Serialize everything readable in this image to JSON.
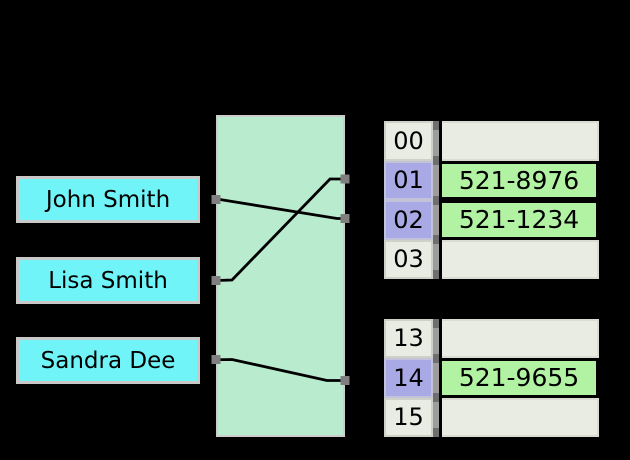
{
  "diagram": {
    "kind": "hash-table-key-to-bucket-mapping",
    "keys": [
      {
        "label": "John Smith"
      },
      {
        "label": "Lisa Smith"
      },
      {
        "label": "Sandra Dee"
      }
    ],
    "buckets": {
      "top_rows": [
        {
          "index": "00",
          "value": ""
        },
        {
          "index": "01",
          "value": "521-8976"
        },
        {
          "index": "02",
          "value": "521-1234"
        },
        {
          "index": "03",
          "value": ""
        }
      ],
      "bottom_rows": [
        {
          "index": "13",
          "value": ""
        },
        {
          "index": "14",
          "value": "521-9655"
        },
        {
          "index": "15",
          "value": ""
        }
      ]
    },
    "links": [
      {
        "key": "John Smith",
        "bucket": "02"
      },
      {
        "key": "Lisa Smith",
        "bucket": "01"
      },
      {
        "key": "Sandra Dee",
        "bucket": "14"
      }
    ],
    "colors": {
      "background": "#000000",
      "key_box_fill": "#70f4f8",
      "key_box_border": "#c8c8c8",
      "hash_box_fill": "#b9ebce",
      "bucket_index_fill": "#e9ece3",
      "bucket_index_highlight": "#a9a9e6",
      "bucket_value_filled": "#b2f3a3",
      "connector_line": "#000000",
      "port_handle": "#7f7f7f"
    }
  }
}
